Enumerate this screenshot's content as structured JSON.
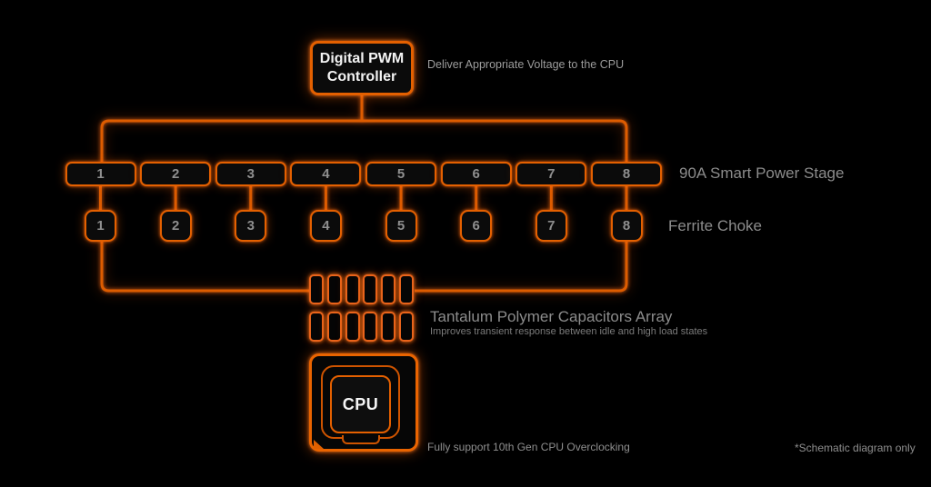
{
  "canvas": {
    "background": "#000000",
    "accent": "#e05c00",
    "text_gray": "#8c8c8c"
  },
  "pwm_controller": {
    "label": "Digital PWM Controller"
  },
  "annotations": {
    "pwm_note": "Deliver Appropriate Voltage to the CPU",
    "power_stage_label": "90A Smart Power Stage",
    "choke_label": "Ferrite Choke",
    "caps_title": "Tantalum Polymer Capacitors Array",
    "caps_subtitle": "Improves transient response between idle and high load states",
    "cpu_note": "Fully support 10th Gen CPU Overclocking",
    "schematic_note": "*Schematic diagram only"
  },
  "power_stages": [
    "1",
    "2",
    "3",
    "4",
    "5",
    "6",
    "7",
    "8"
  ],
  "ferrite_chokes": [
    "1",
    "2",
    "3",
    "4",
    "5",
    "6",
    "7",
    "8"
  ],
  "capacitor_array": {
    "rows": 2,
    "columns": 6
  },
  "cpu": {
    "label": "CPU"
  }
}
